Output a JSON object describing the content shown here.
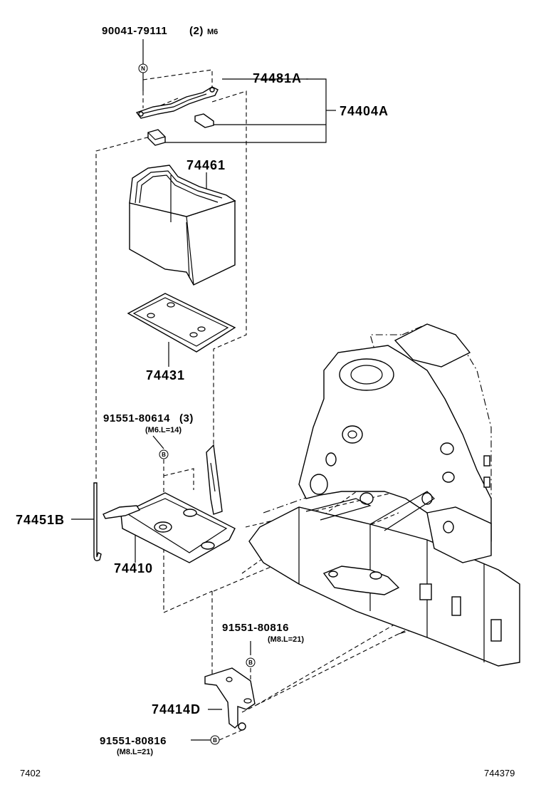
{
  "labels": {
    "bolt_top": "90041-79111",
    "bolt_top_qty": "(2)",
    "bolt_top_spec": "M6",
    "clamp": "74481A",
    "clamp_set": "74404A",
    "tray_insulator": "74461",
    "tray_pad": "74431",
    "bolt_mid": "91551-80614",
    "bolt_mid_qty": "(3)",
    "bolt_mid_spec": "(M6.L=14)",
    "hold_rod": "74451B",
    "carrier": "74410",
    "bolt_low": "91551-80816",
    "bolt_low_spec": "(M8.L=21)",
    "bracket": "74414D",
    "bolt_bottom": "91551-80816",
    "bolt_bottom_spec": "(M8.L=21)"
  },
  "symbols": {
    "nut_marker": "N",
    "bolt_marker": "B"
  },
  "footer": {
    "figure_number": "7402",
    "illustration_number": "744379"
  }
}
